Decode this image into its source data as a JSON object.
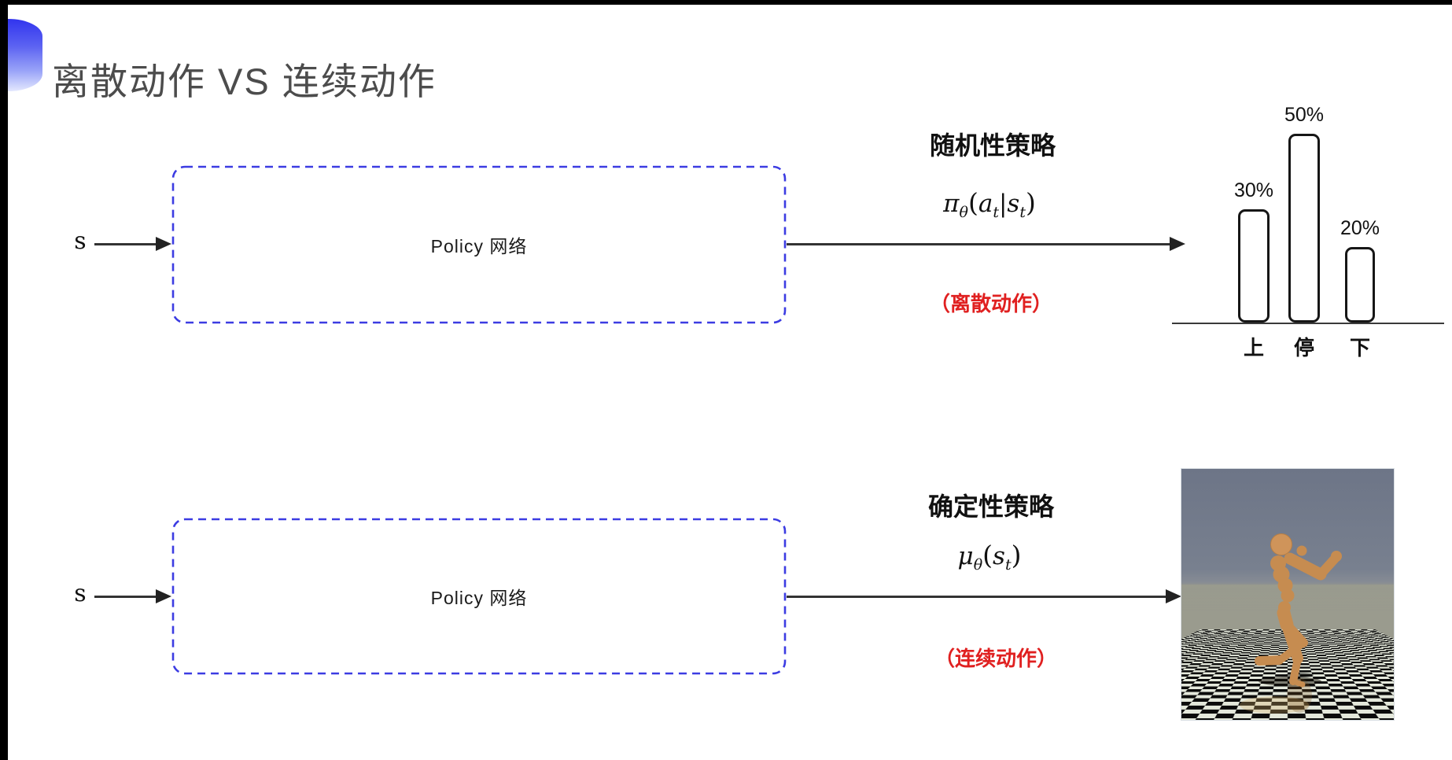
{
  "title": "离散动作 VS 连续动作",
  "colors": {
    "accent_blue": "#3c3ce2",
    "highlight_red": "#e02020",
    "title_gray": "#4c4c4c",
    "arrow_black": "#222222"
  },
  "row_stochastic": {
    "input_label": "s",
    "box_label": "Policy 网络",
    "policy_name": "随机性策略",
    "formula": {
      "sym": "π",
      "sym_sub": "θ",
      "lparen": "(",
      "arg1": "a",
      "arg1_sub": "t",
      "sep": "|",
      "arg2": "s",
      "arg2_sub": "t",
      "rparen": ")"
    },
    "action_label": "（离散动作）"
  },
  "row_deterministic": {
    "input_label": "s",
    "box_label": "Policy 网络",
    "policy_name": "确定性策略",
    "formula": {
      "sym": "μ",
      "sym_sub": "θ",
      "lparen": "(",
      "arg2": "s",
      "arg2_sub": "t",
      "rparen": ")"
    },
    "action_label": "（连续动作）"
  },
  "chart_data": {
    "type": "bar",
    "categories": [
      "上",
      "停",
      "下"
    ],
    "values": [
      30,
      50,
      20
    ],
    "value_labels": [
      "30%",
      "50%",
      "20%"
    ],
    "title": "",
    "xlabel": "",
    "ylabel": "",
    "ylim": [
      0,
      55
    ],
    "grid": false,
    "legend": false,
    "bar_style": "white fill, black rounded outline"
  },
  "robot_image": {
    "name": "mujoco-humanoid-screenshot",
    "sky_color": "#6d7587",
    "floor_dark": "#0b0b0b",
    "floor_light": "#e4e8db",
    "body_color": "#c68c50"
  }
}
